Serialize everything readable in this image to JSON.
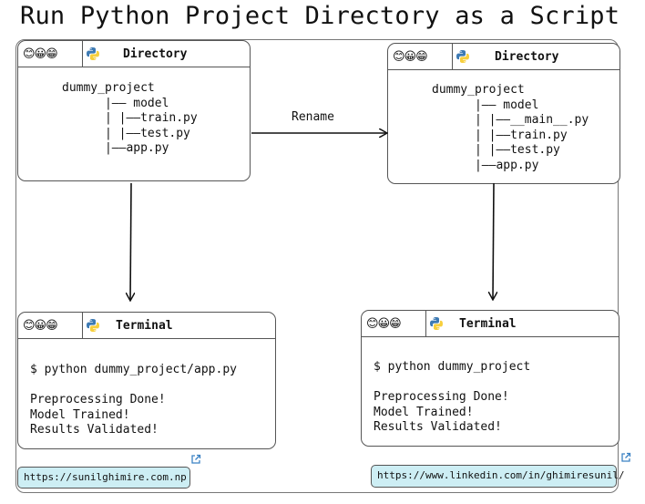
{
  "title": "Run Python Project Directory as a Script",
  "left_directory": {
    "emojis": "😊😀😁",
    "icon": "python-logo-icon",
    "header": "Directory",
    "tree": "dummy_project\n      |—— model\n      | |——train.py\n      | |——test.py\n      |——app.py"
  },
  "right_directory": {
    "emojis": "😊😀😁",
    "icon": "python-logo-icon",
    "header": "Directory",
    "tree": "dummy_project\n      |—— model\n      | |——__main__.py\n      | |——train.py\n      | |——test.py\n      |——app.py"
  },
  "arrow_label": "Rename",
  "left_terminal": {
    "emojis": "😊😀😁",
    "icon": "python-logo-icon",
    "header": "Terminal",
    "command": "$ python dummy_project/app.py",
    "output": "Preprocessing Done!\nModel Trained!\nResults Validated!"
  },
  "right_terminal": {
    "emojis": "😊😀😁",
    "icon": "python-logo-icon",
    "header": "Terminal",
    "command": "$ python dummy_project",
    "output": "Preprocessing Done!\nModel Trained!\nResults Validated!"
  },
  "links": {
    "left": "https://sunilghimire.com.np",
    "right": "https://www.linkedin.com/in/ghimiresunil/"
  },
  "colors": {
    "link_background": "#cdeef4",
    "border": "#555555",
    "python_blue": "#3d7ab3",
    "python_yellow": "#f7cf3d"
  }
}
